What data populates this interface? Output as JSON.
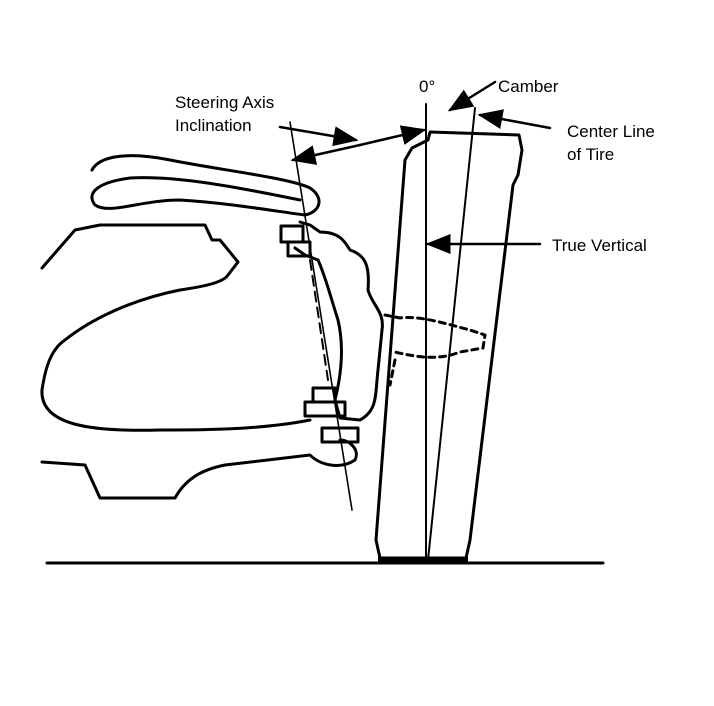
{
  "diagram": {
    "labels": {
      "steering_axis_line1": "Steering Axis",
      "steering_axis_line2": "Inclination",
      "zero_degree": "0°",
      "camber": "Camber",
      "center_line_line1": "Center Line",
      "center_line_line2": "of Tire",
      "true_vertical": "True Vertical"
    },
    "colors": {
      "ink": "#000000",
      "background": "#ffffff"
    }
  }
}
